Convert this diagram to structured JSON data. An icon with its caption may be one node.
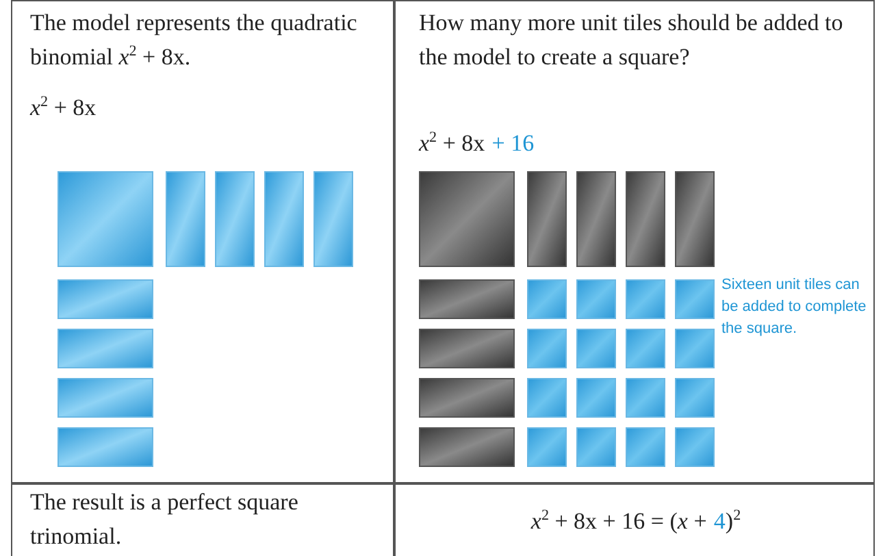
{
  "diagram": {
    "labels": [
      "The model represents the quadratic binomial *x*$^{2}$ + 8x.",
      "How many more unit tiles should be added to the model to create a square?",
      "*x*$^{2}$ + 8x",
      "*x*$^{2}$ + 8x",
      "+ 16",
      "Sixteen unit tiles can be added to complete the square.",
      "The result is a perfect square trinomial.",
      "*x*$^{2}$ + 8x + 16 = (*x* +",
      "4",
      ")$^{2}$"
    ]
  }
}
